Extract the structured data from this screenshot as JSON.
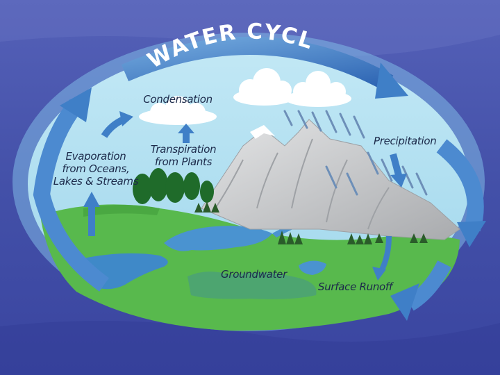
{
  "title": "WATER CYCLE",
  "labels": {
    "condensation": "Condensation",
    "transpiration": [
      "Transpiration",
      "from Plants"
    ],
    "evaporation": [
      "Evaporation",
      "from Oceans,",
      "Lakes & Streams"
    ],
    "precipitation": "Precipitation",
    "groundwater": "Groundwater",
    "surface_runoff": "Surface Runoff"
  },
  "colors": {
    "sky": "#a9dcee",
    "land": "#56b84c",
    "water": "#4a93d0",
    "arrow": "#3f7fc7",
    "mountain": "#c6c8ca",
    "background": "#4a58b0"
  }
}
